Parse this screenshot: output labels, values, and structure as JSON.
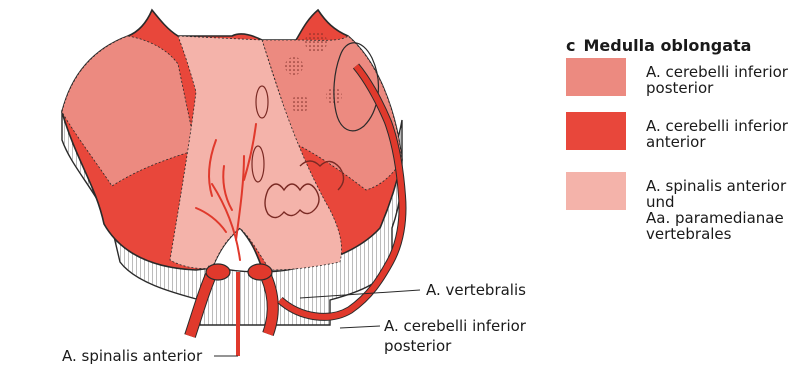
{
  "panel": {
    "letter": "c",
    "title": "Medulla oblongata"
  },
  "legend": [
    {
      "lines": [
        "A. cerebelli inferior",
        "posterior"
      ],
      "color": "#ec8a80"
    },
    {
      "lines": [
        "A. cerebelli inferior",
        "anterior"
      ],
      "color": "#e8473b"
    },
    {
      "lines": [
        "A. spinalis anterior",
        "und",
        "Aa. paramedianae",
        "vertebrales"
      ],
      "color": "#f4b3aa"
    }
  ],
  "labels": {
    "vertebralis": "A. vertebralis",
    "cerebelli_1": "A. cerebelli inferior",
    "cerebelli_2": "posterior",
    "spinalis": "A. spinalis anterior"
  },
  "colors": {
    "pica": "#ec8a80",
    "aica": "#e8473b",
    "paramedian": "#f4b3aa",
    "artery": "#e0392c",
    "outline": "#2a2a2a"
  },
  "icons": [
    "medulla-cross-section-illustration"
  ]
}
